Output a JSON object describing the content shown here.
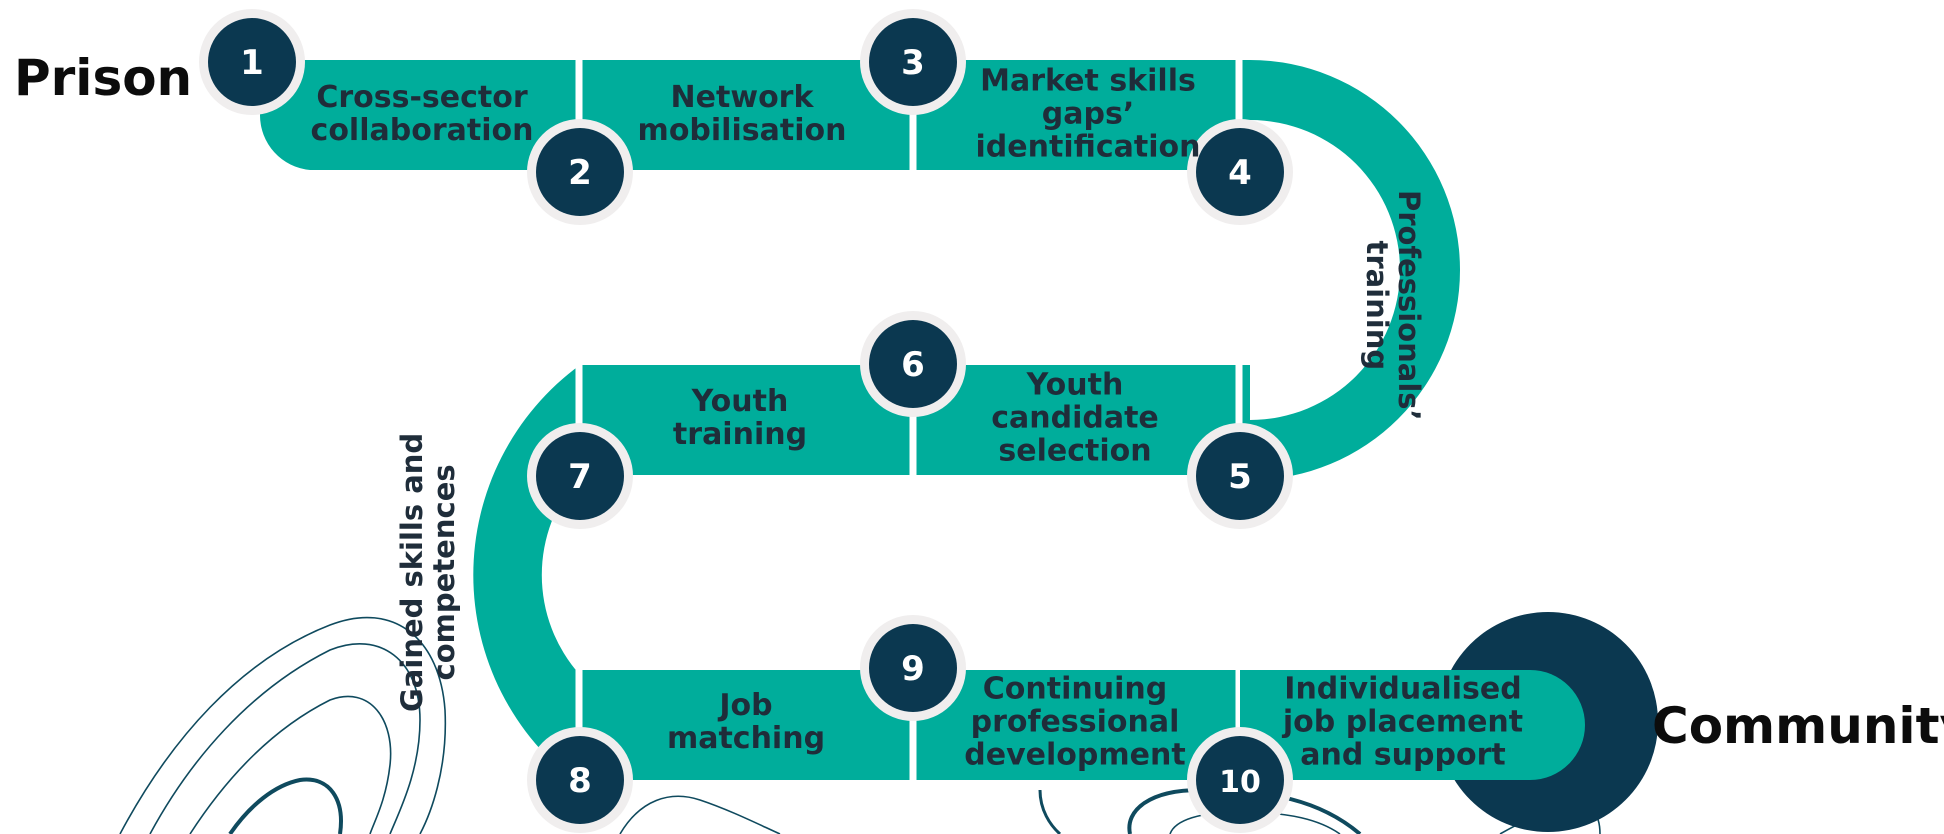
{
  "start_label": "Prison",
  "end_label": "Community",
  "colors": {
    "road": "#00ad9b",
    "node": "#0b3850",
    "node_ring": "#f0eeee",
    "node_text": "#ffffff",
    "label_text": "#1f2d3a",
    "contour": "#0f4a5e"
  },
  "steps": [
    {
      "number": "1",
      "label": ""
    },
    {
      "number": "2",
      "label": "Cross-sector\ncollaboration"
    },
    {
      "number": "3",
      "label": "Network\nmobilisation"
    },
    {
      "number": "4",
      "label": "Market skills\ngaps’\nidentification"
    },
    {
      "number": "5",
      "label": "Professionals’\ntraining"
    },
    {
      "number": "6",
      "label": "Youth\ncandidate\nselection"
    },
    {
      "number": "7",
      "label": "Youth\ntraining"
    },
    {
      "number": "8",
      "label": "Gained skills and\ncompetences"
    },
    {
      "number": "9",
      "label": "Job\nmatching"
    },
    {
      "number": "10",
      "label": "Continuing\nprofessional\ndevelopment"
    }
  ],
  "final_segment_label": "Individualised\njob placement\nand support"
}
